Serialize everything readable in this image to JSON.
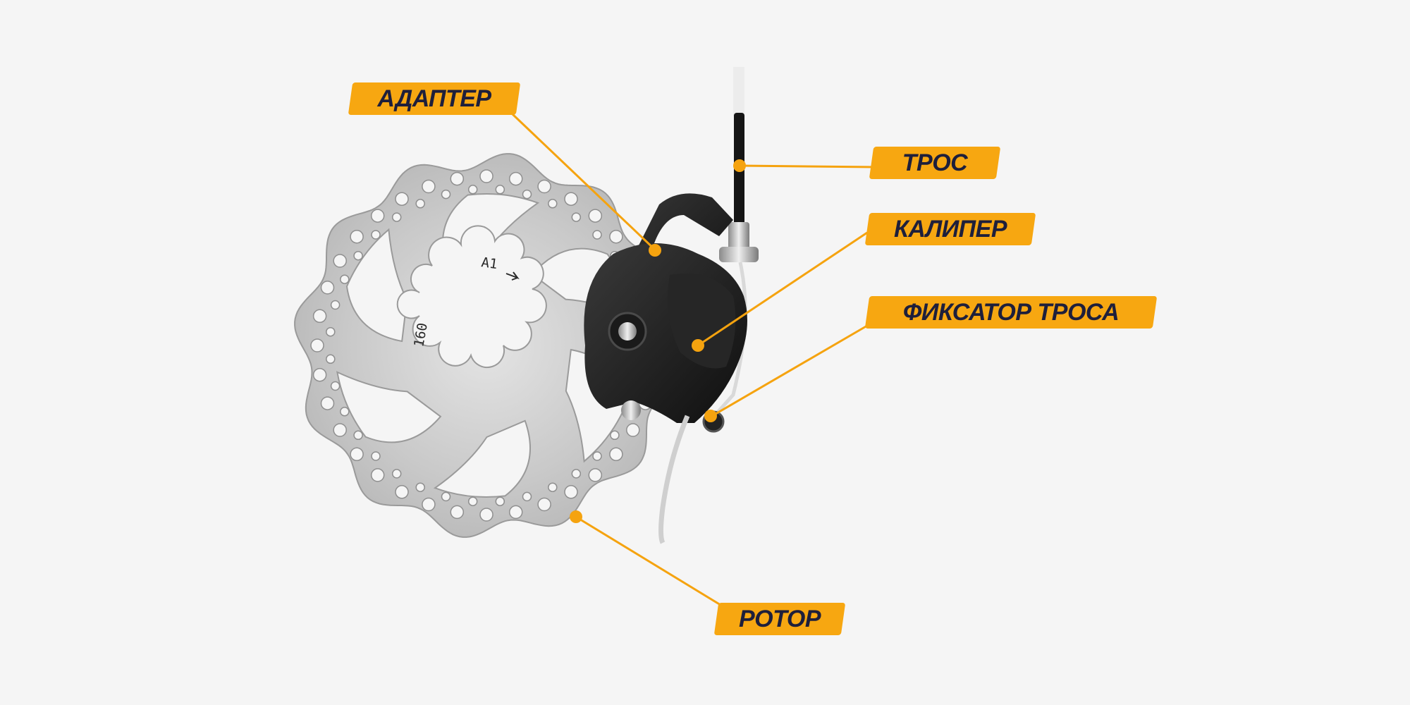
{
  "labels": {
    "adapter": "АДАПТЕР",
    "cable": "ТРОС",
    "caliper": "КАЛИПЕР",
    "cable_clamp": "ФИКСАТОР ТРОСА",
    "rotor": "РОТОР"
  },
  "rotor_markings": {
    "model": "A1",
    "size": "160"
  },
  "colors": {
    "accent": "#f7a711",
    "label_text": "#1e1f3b",
    "background": "#f5f5f5"
  }
}
